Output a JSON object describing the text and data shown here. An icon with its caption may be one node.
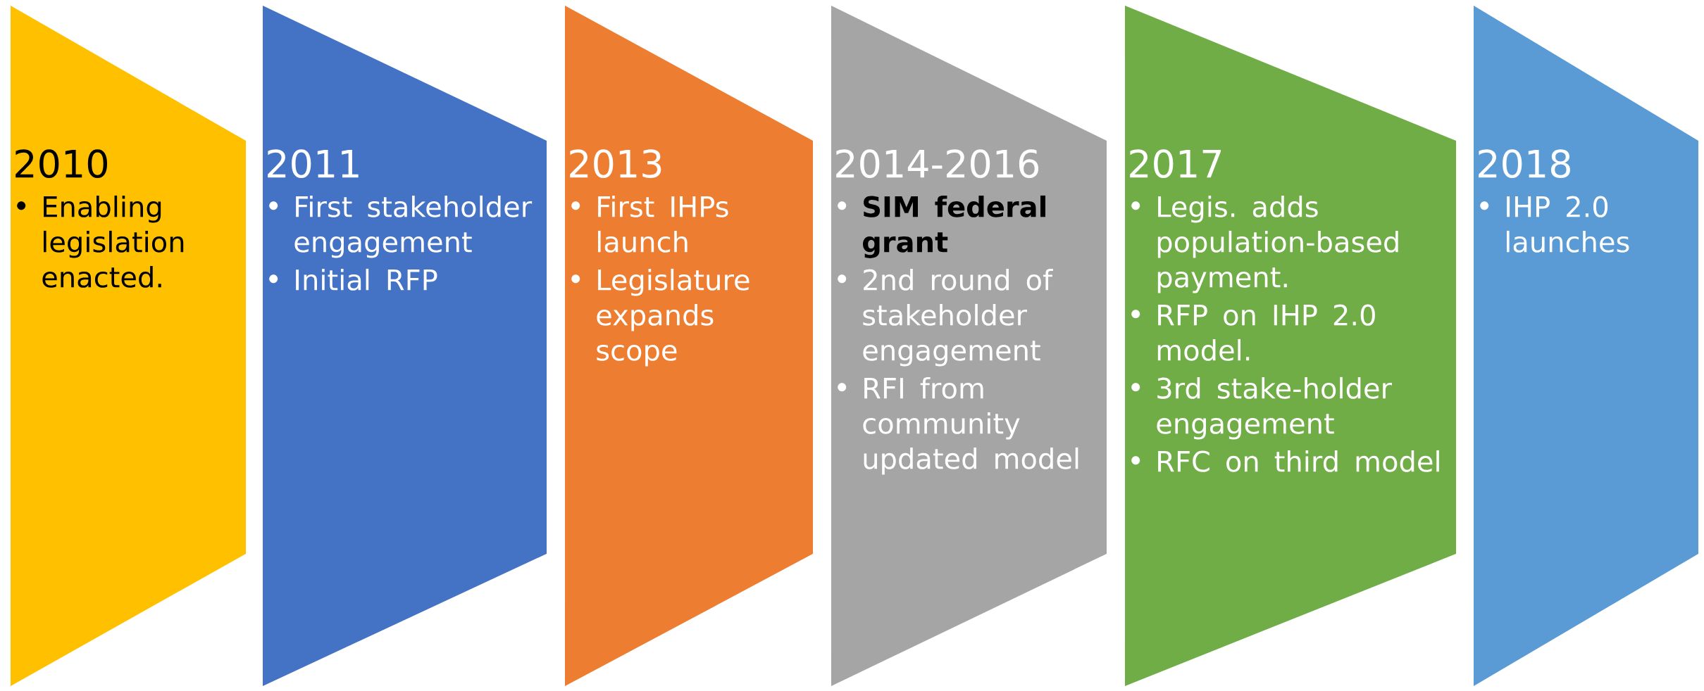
{
  "diagram": {
    "nodes": [
      {
        "text": [
          "2010",
          "Enabling legislation enacted."
        ]
      },
      {
        "text": [
          "2011",
          "First stakeholder engagement",
          "Initial RFP"
        ]
      },
      {
        "text": [
          "2013",
          "First IHPs launch",
          "Legislature expands scope"
        ]
      },
      {
        "text": [
          "2014-2016",
          "SIM federal grant",
          "2nd round of stakeholder engagement",
          "RFI from community updated model"
        ]
      },
      {
        "text": [
          "2017",
          "Legis. adds population-based payment.",
          "RFP on IHP 2.0 model.",
          "3rd stake-holder engagement",
          "RFC on third model"
        ]
      },
      {
        "text": [
          "2018",
          "IHP 2.0 launches"
        ]
      }
    ]
  }
}
